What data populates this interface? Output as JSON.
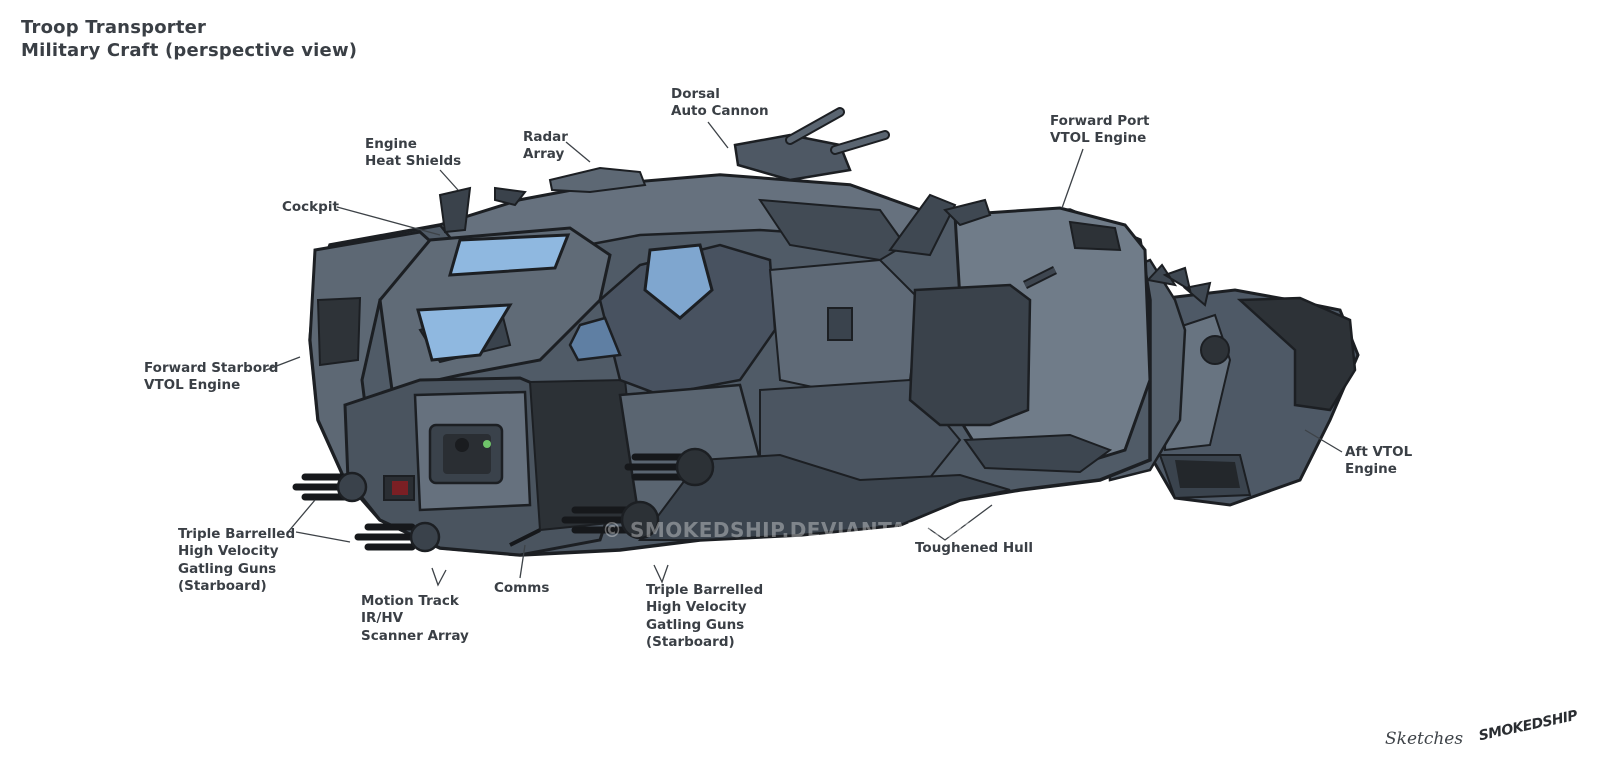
{
  "title": {
    "line1": "Troop Transporter",
    "line2": "Military Craft (perspective view)"
  },
  "callouts": {
    "dorsal_cannon": [
      "Dorsal",
      "Auto Cannon"
    ],
    "radar_array": [
      "Radar",
      "Array"
    ],
    "engine_heat_shields": [
      "Engine",
      "Heat Shields"
    ],
    "cockpit": [
      "Cockpit"
    ],
    "forward_port_vtol": [
      "Forward Port",
      "VTOL Engine"
    ],
    "forward_starbord_vtol": [
      "Forward Starbord",
      "VTOL Engine"
    ],
    "aft_vtol": [
      "Aft VTOL",
      "Engine"
    ],
    "gatling_left": [
      "Triple Barrelled",
      "High Velocity",
      "Gatling Guns",
      "(Starboard)"
    ],
    "motion_track": [
      "Motion Track",
      "IR/HV",
      "Scanner Array"
    ],
    "comms": [
      "Comms"
    ],
    "gatling_right": [
      "Triple Barrelled",
      "High Velocity",
      "Gatling Guns",
      "(Starboard)"
    ],
    "toughened_hull": [
      "Toughened Hull"
    ]
  },
  "watermark": "© SMOKEDSHIP.DEVIANTART.COM",
  "signature": {
    "sketches": "Sketches",
    "logo": "SMOKEDSHIP"
  },
  "colors": {
    "hull_dark": "#3c4550",
    "hull_mid": "#55606c",
    "hull_light": "#7b8794",
    "panel_black": "#2a2e33",
    "glass": "#8fb8e0",
    "outline": "#1c1f23"
  }
}
